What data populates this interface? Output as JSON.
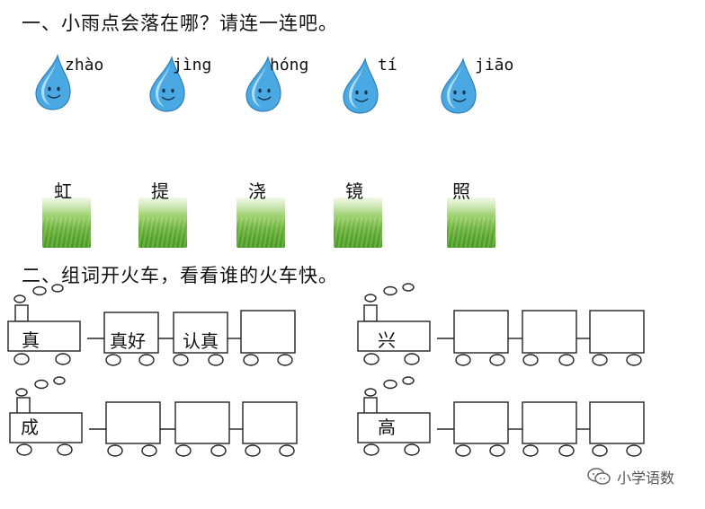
{
  "section1": {
    "title": "一、小雨点会落在哪？请连一连吧。",
    "drops": [
      {
        "pinyin": "zhào"
      },
      {
        "pinyin": "jìng"
      },
      {
        "pinyin": "hóng"
      },
      {
        "pinyin": "tí"
      },
      {
        "pinyin": "jiāo"
      }
    ],
    "grass": [
      {
        "char": "虹"
      },
      {
        "char": "提"
      },
      {
        "char": "浇"
      },
      {
        "char": "镜"
      },
      {
        "char": "照"
      }
    ]
  },
  "section2": {
    "title": "二、组词开火车，看看谁的火车快。",
    "trains": [
      {
        "engine": "真",
        "cars": [
          "真好",
          "认真",
          ""
        ]
      },
      {
        "engine": "兴",
        "cars": [
          "",
          "",
          ""
        ]
      },
      {
        "engine": "成",
        "cars": [
          "",
          "",
          ""
        ]
      },
      {
        "engine": "高",
        "cars": [
          "",
          "",
          ""
        ]
      }
    ]
  },
  "watermark": {
    "text": "小学语数",
    "icon": "wechat-icon"
  },
  "colors": {
    "drop": "#4aa8e3",
    "drop_light": "#b9e2f8",
    "grass": "#5aa82f"
  }
}
